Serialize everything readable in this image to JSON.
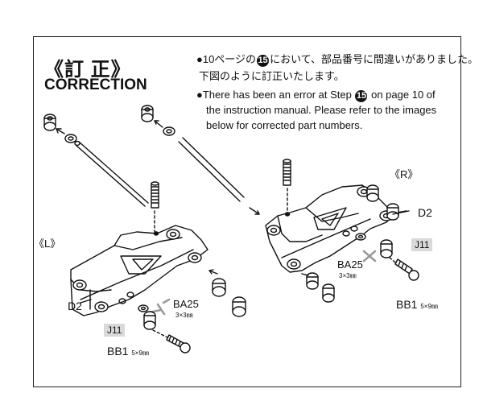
{
  "title": {
    "jp": "《訂 正》",
    "en": "CORRECTION"
  },
  "note": {
    "jp_line1_a": "●10ページの",
    "jp_line1_b": "において、部品番号に間違いがありました。",
    "jp_line2": "下図のように訂正いたします。",
    "en_line1_a": "●There has been an error at Step",
    "en_line1_b": "on page 10 of",
    "en_line2": "the instruction manual. Please refer to the images",
    "en_line3": "below for corrected part numbers.",
    "step": "15"
  },
  "left_assembly": {
    "side": "《L》",
    "arm_label": "D2",
    "wrong_part": "BA25",
    "wrong_size": "3×3㎜",
    "correct_part": "J11",
    "screw": "BB1",
    "screw_size": "5×9㎜"
  },
  "right_assembly": {
    "side": "《R》",
    "arm_label": "D2",
    "wrong_part": "BA25",
    "wrong_size": "3×3㎜",
    "correct_part": "J11",
    "screw": "BB1",
    "screw_size": "5×9㎜"
  },
  "colors": {
    "ink": "#111111",
    "highlight": "#d9d9d9",
    "cross": "#999999"
  }
}
